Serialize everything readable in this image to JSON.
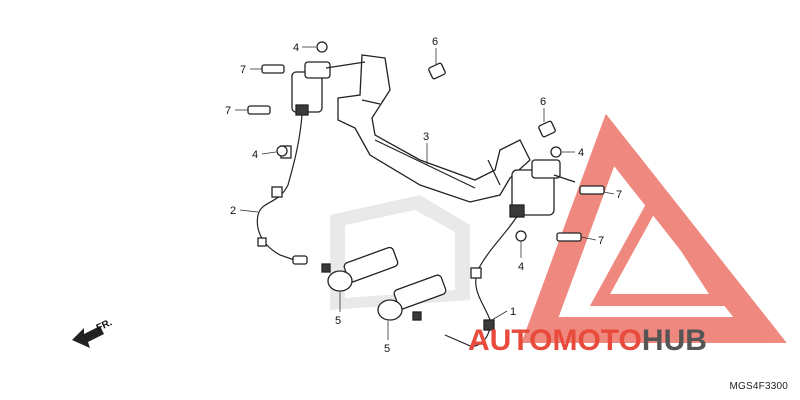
{
  "diagram": {
    "callouts": [
      {
        "id": "c1",
        "label": "1"
      },
      {
        "id": "c2",
        "label": "2"
      },
      {
        "id": "c3",
        "label": "3"
      },
      {
        "id": "c4a",
        "label": "4"
      },
      {
        "id": "c4b",
        "label": "4"
      },
      {
        "id": "c4c",
        "label": "4"
      },
      {
        "id": "c4d",
        "label": "4"
      },
      {
        "id": "c5a",
        "label": "5"
      },
      {
        "id": "c5b",
        "label": "5"
      },
      {
        "id": "c6a",
        "label": "6"
      },
      {
        "id": "c6b",
        "label": "6"
      },
      {
        "id": "c7a",
        "label": "7"
      },
      {
        "id": "c7b",
        "label": "7"
      },
      {
        "id": "c7c",
        "label": "7"
      },
      {
        "id": "c7d",
        "label": "7"
      }
    ],
    "direction_label": "FR.",
    "reference_code": "MGS4F3300"
  },
  "watermark": {
    "text_part1": "AUTOMOTO",
    "text_part2": "HUB",
    "color_primary": "#e84a3c",
    "color_secondary": "#555555"
  }
}
